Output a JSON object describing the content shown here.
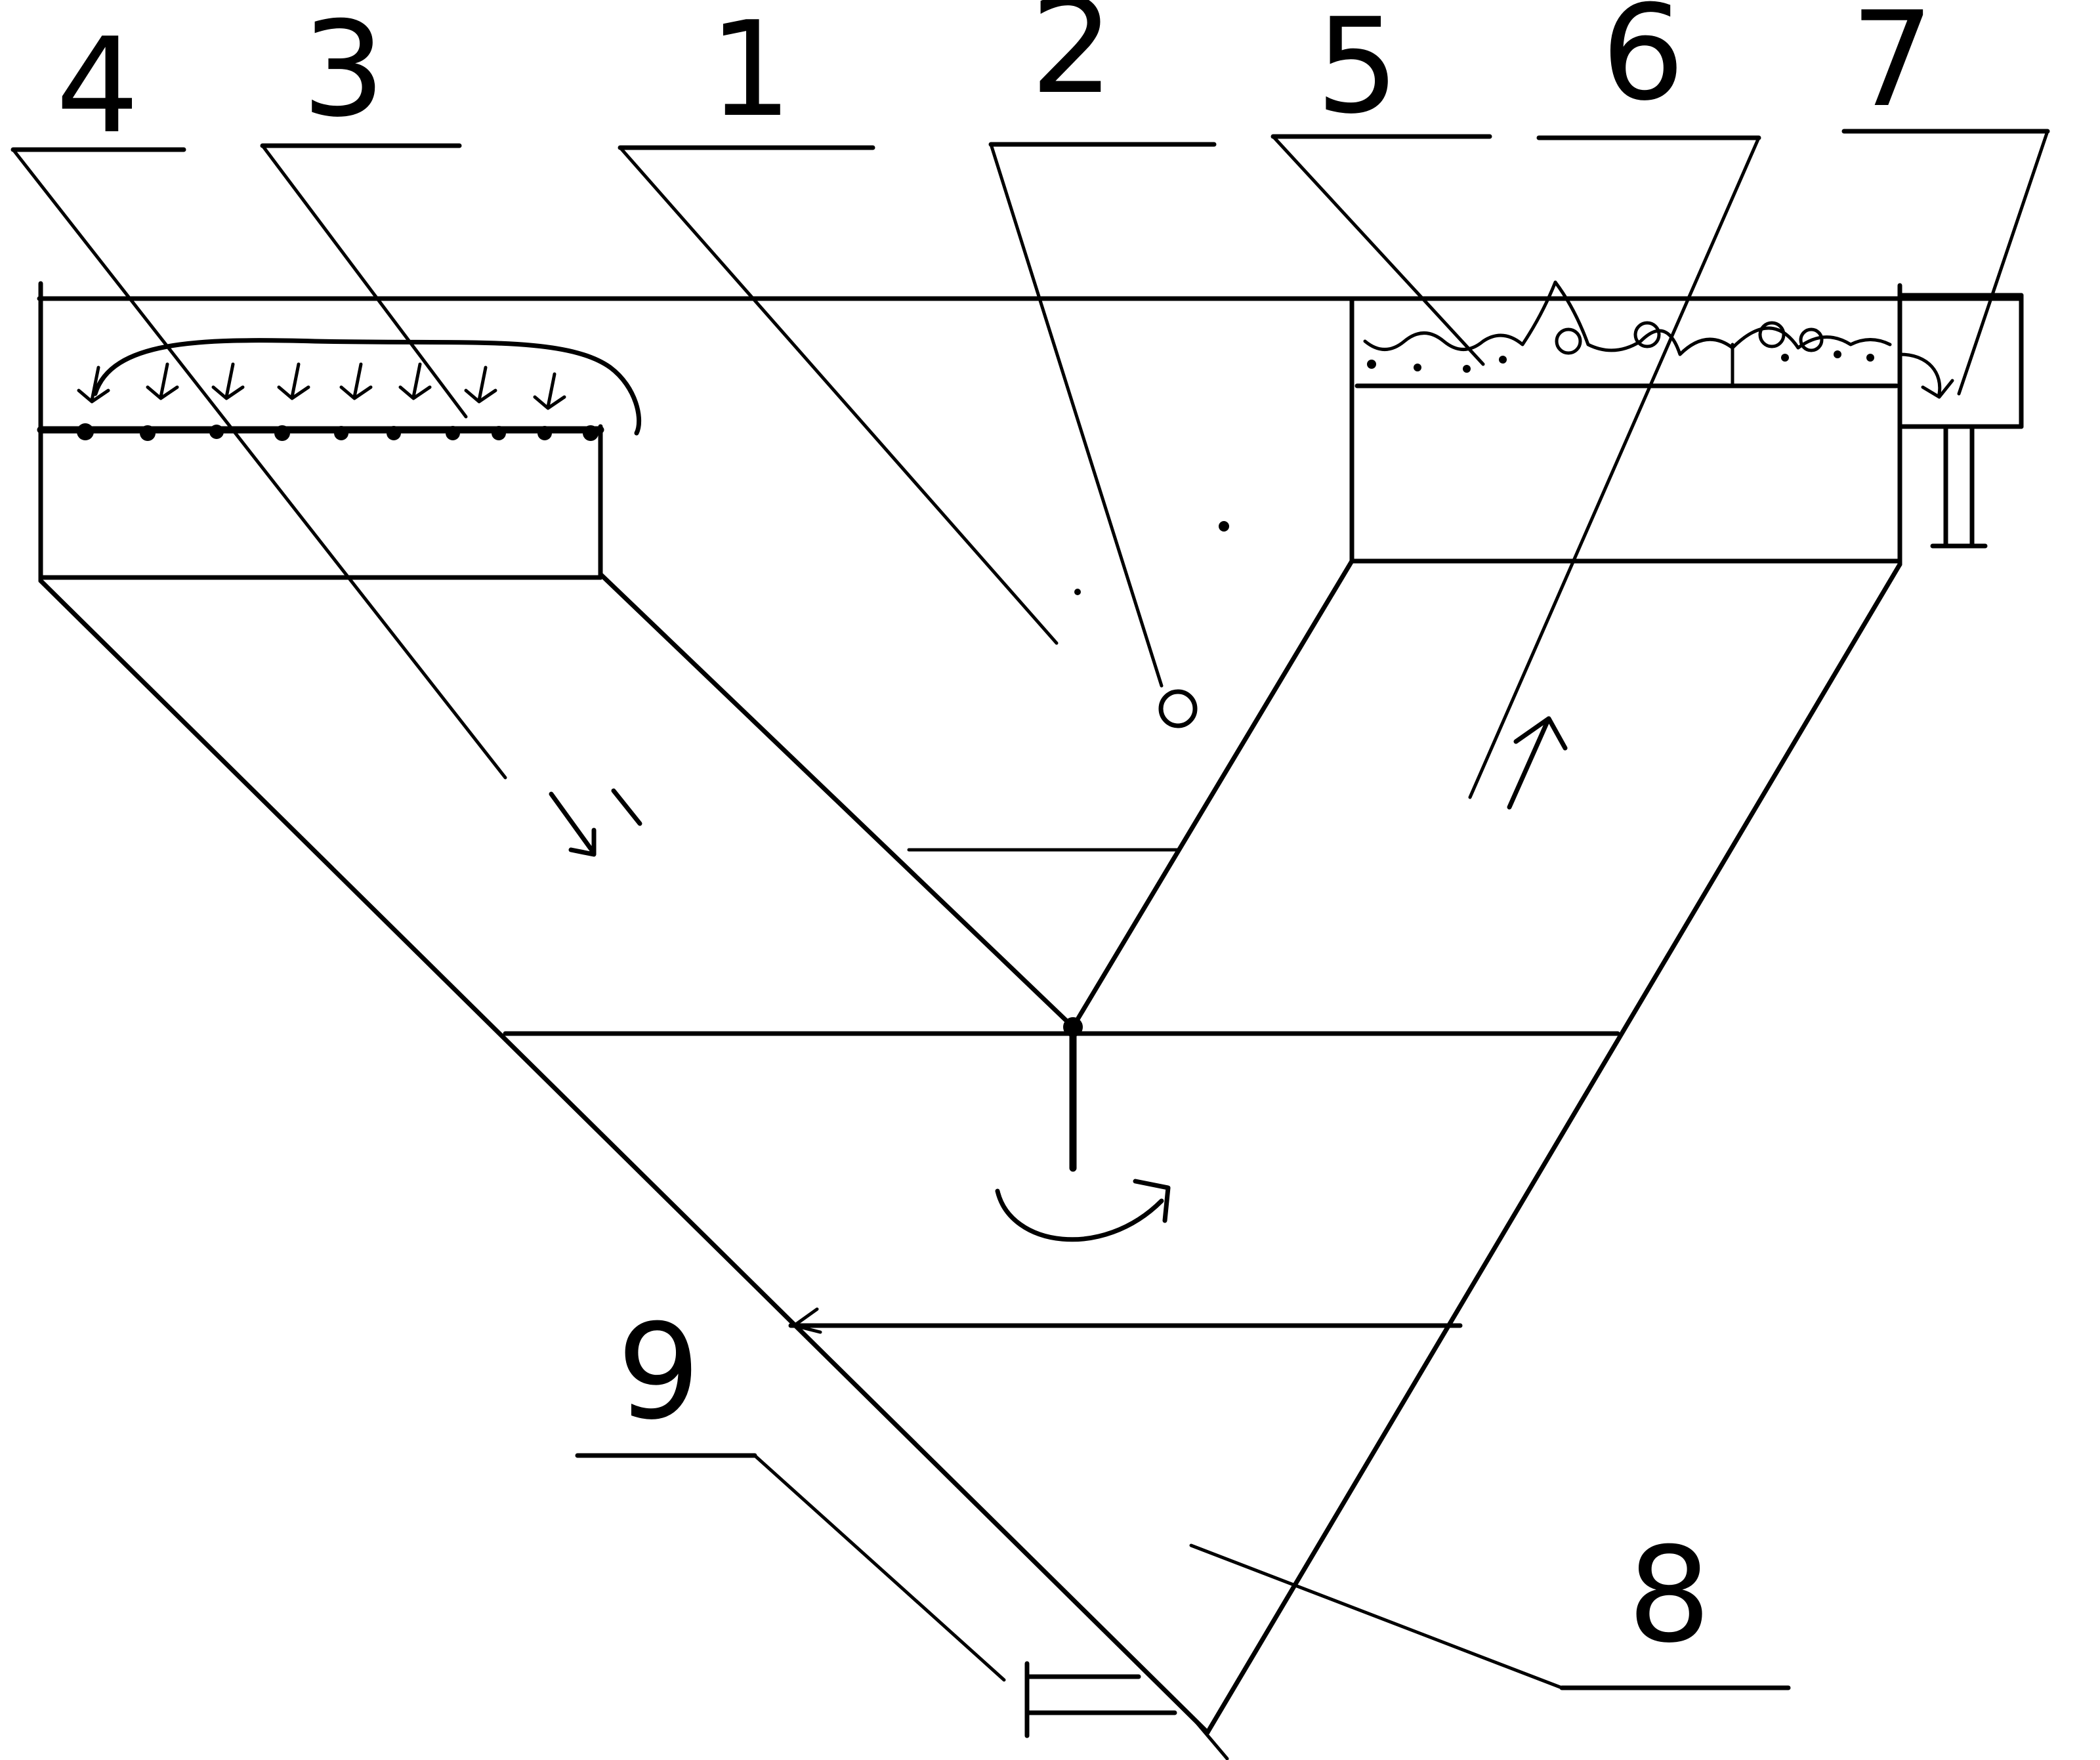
{
  "diagram": {
    "labels": {
      "part_1": "1",
      "part_2": "2",
      "part_3": "3",
      "part_4": "4",
      "part_5": "5",
      "part_6": "6",
      "part_7": "7",
      "part_8": "8",
      "part_9": "9"
    },
    "ink_color": "#000000",
    "background_color": "#ffffff"
  }
}
